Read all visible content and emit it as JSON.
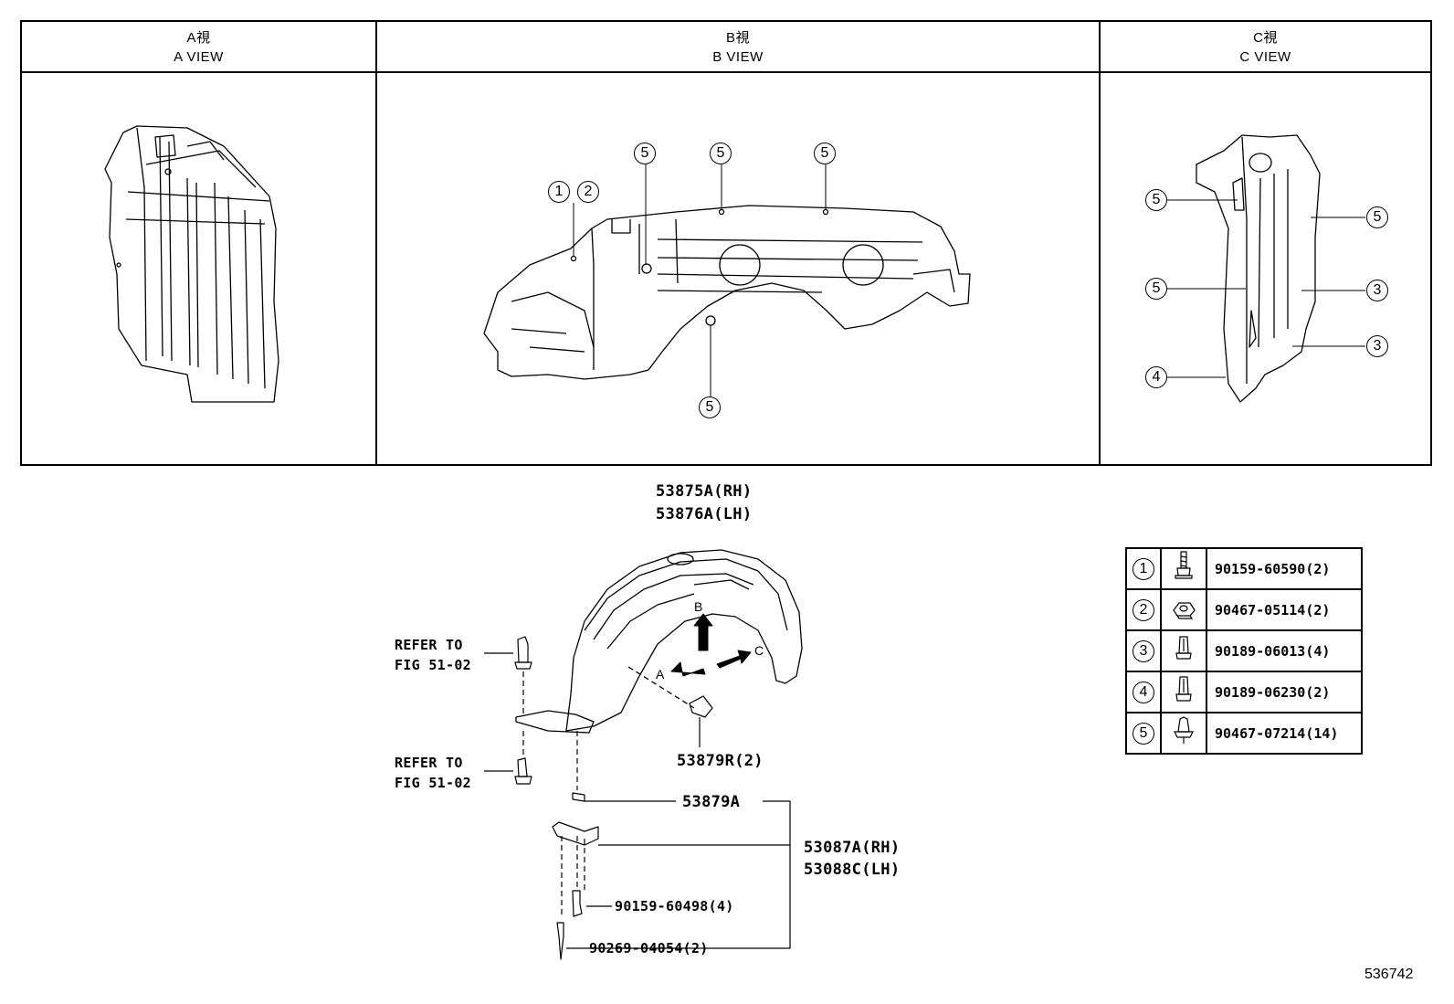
{
  "views": [
    {
      "title_jp": "A視",
      "title_en": "A VIEW"
    },
    {
      "title_jp": "B視",
      "title_en": "B VIEW"
    },
    {
      "title_jp": "C視",
      "title_en": "C VIEW"
    }
  ],
  "b_view_callouts": [
    "1",
    "2",
    "5",
    "5",
    "5",
    "5"
  ],
  "c_view_callouts": [
    "5",
    "5",
    "5",
    "3",
    "3",
    "4"
  ],
  "main": {
    "liner_rh": "53875A(RH)",
    "liner_lh": "53876A(LH)",
    "refer_1_line1": "REFER TO",
    "refer_1_line2": "FIG 51-02",
    "refer_2_line1": "REFER TO",
    "refer_2_line2": "FIG 51-02",
    "arrow_a": "A",
    "arrow_b": "B",
    "arrow_c": "C",
    "clip_r": "53879R(2)",
    "clip_a": "53879A",
    "bracket_rh": "53087A(RH)",
    "bracket_lh": "53088C(LH)",
    "screw": "90159-60498(4)",
    "rivet": "90269-04054(2)"
  },
  "parts_table": [
    {
      "num": "1",
      "icon": "bolt-icon",
      "part": "90159-60590(2)"
    },
    {
      "num": "2",
      "icon": "nut-clip-icon",
      "part": "90467-05114(2)"
    },
    {
      "num": "3",
      "icon": "clip-icon",
      "part": "90189-06013(4)"
    },
    {
      "num": "4",
      "icon": "clip-icon",
      "part": "90189-06230(2)"
    },
    {
      "num": "5",
      "icon": "push-clip-icon",
      "part": "90467-07214(14)"
    }
  ],
  "diagram_code": "536742"
}
